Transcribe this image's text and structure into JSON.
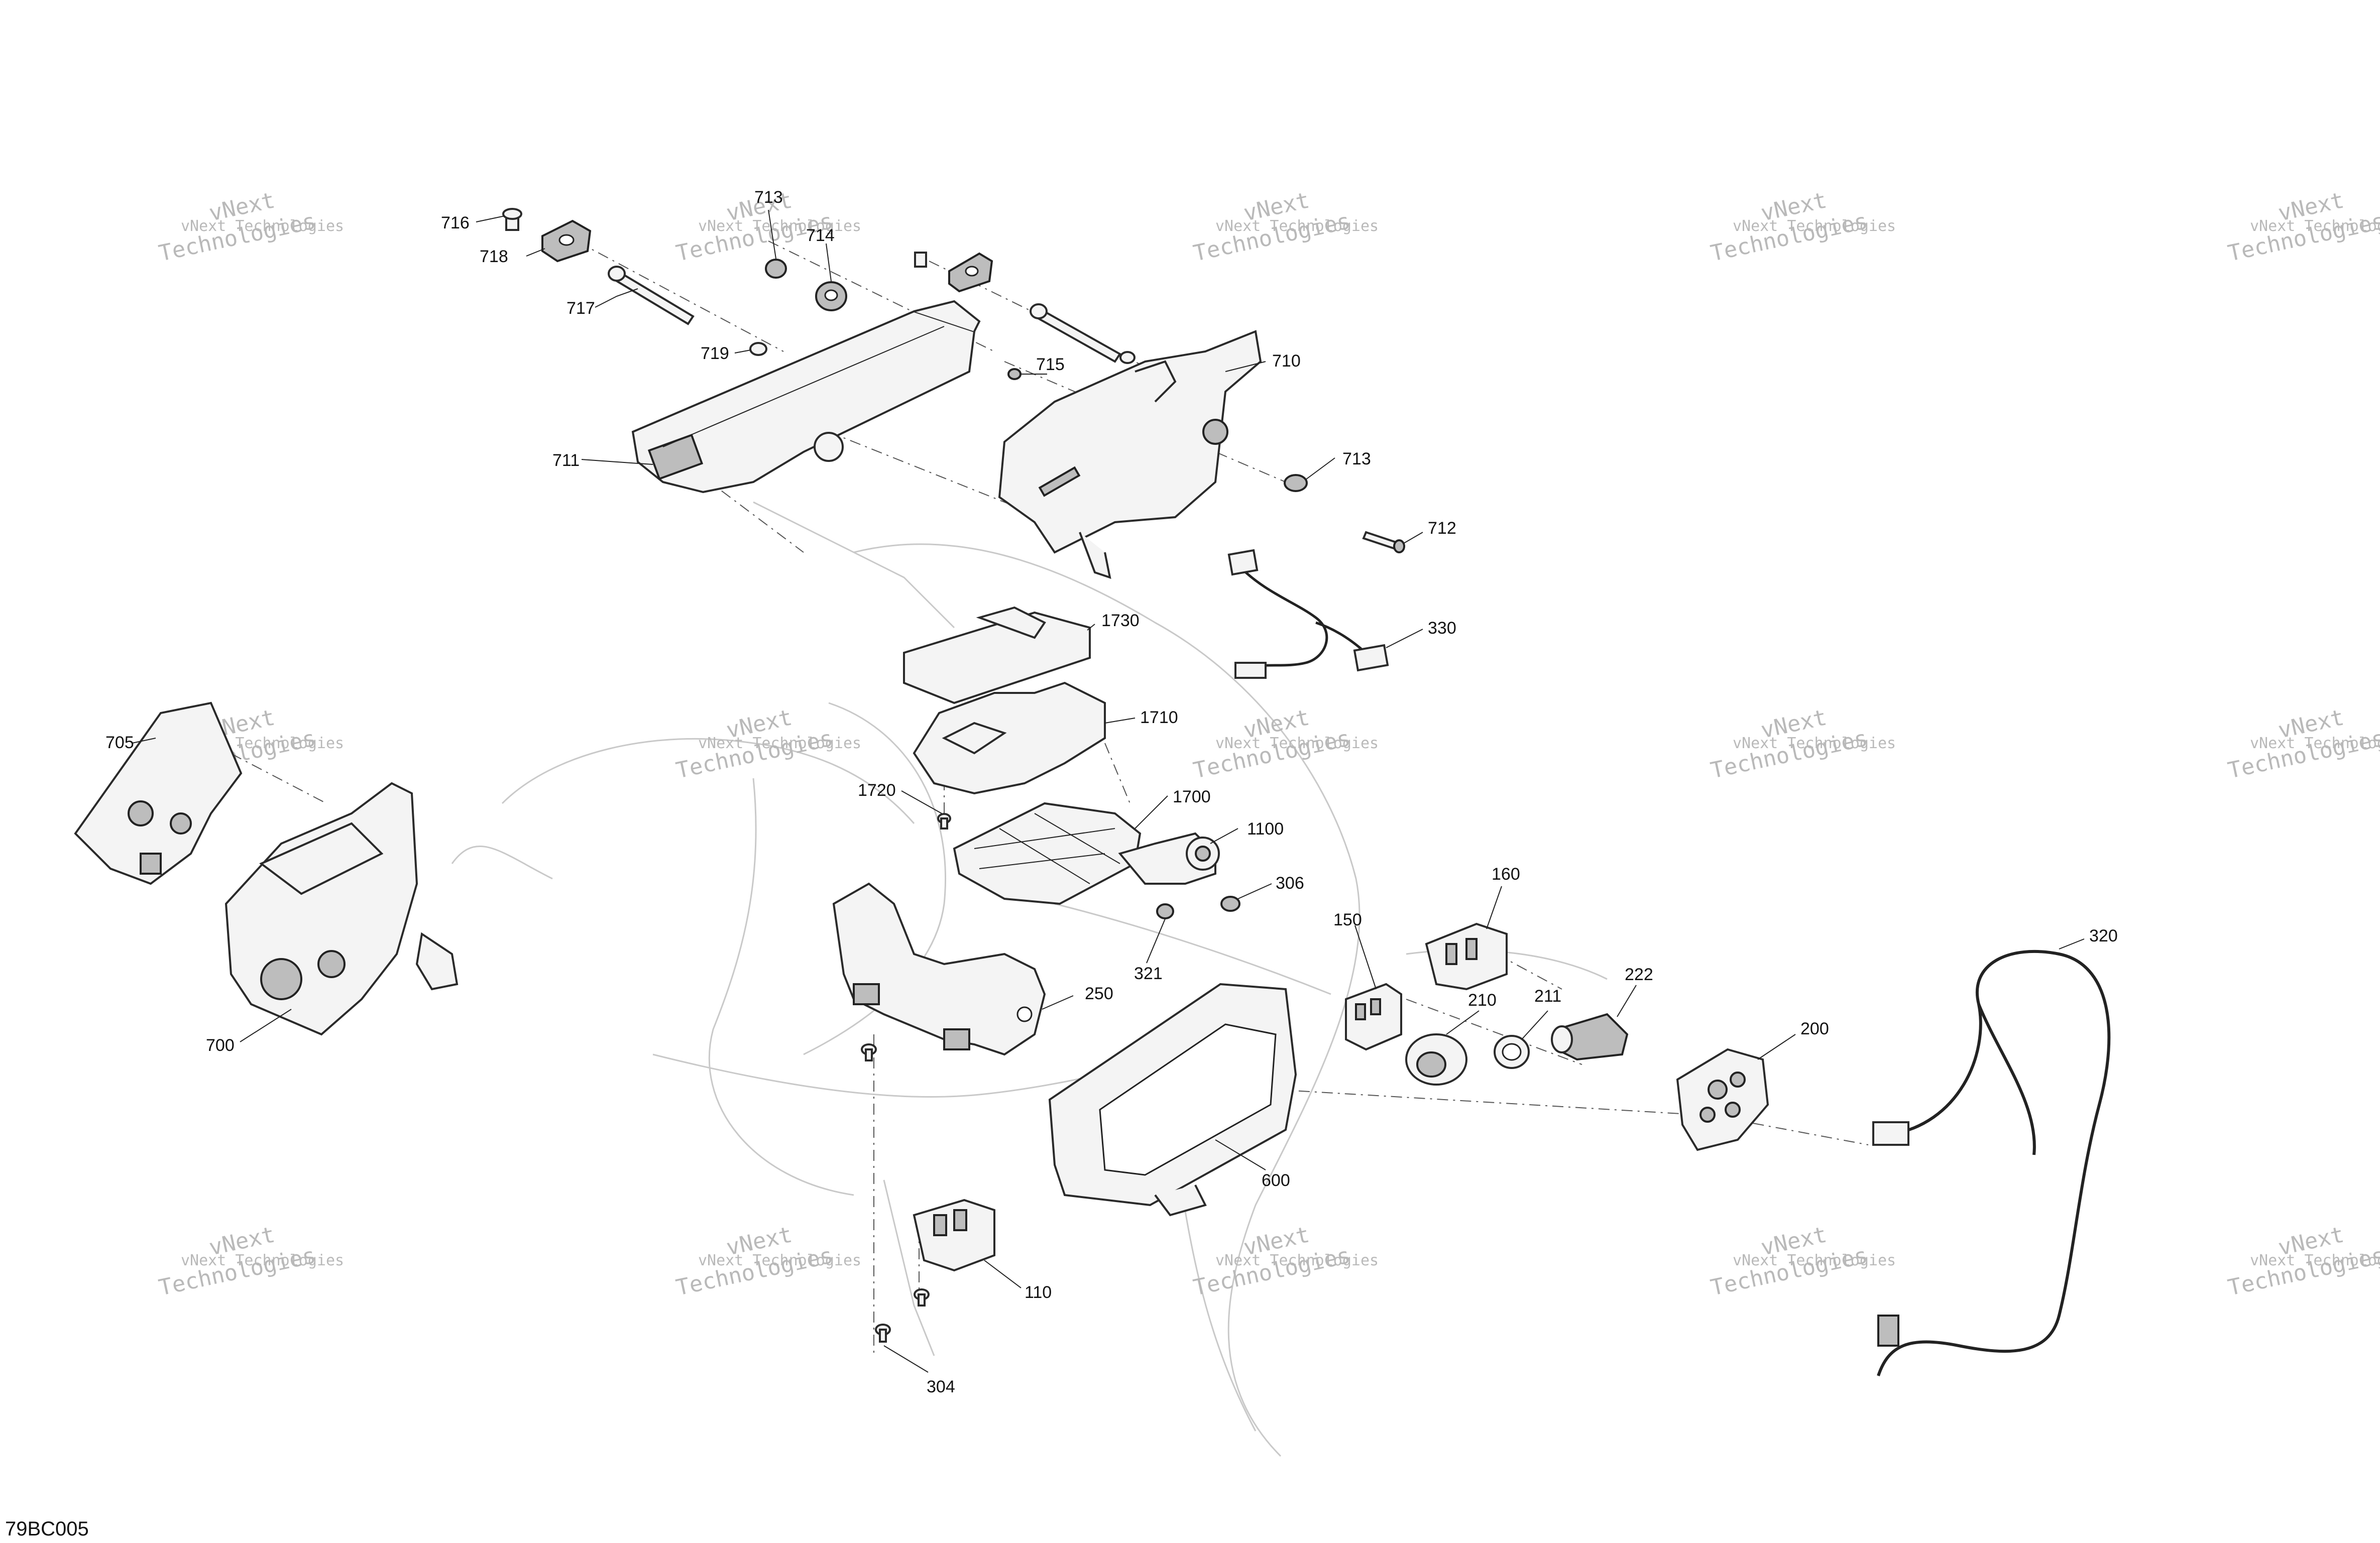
{
  "diagram_code": "79BC005",
  "watermark": {
    "line1": "vNext Technologies",
    "line2": "vNext",
    "line3": "Technologies"
  },
  "callouts": [
    {
      "id": "716",
      "label": "716"
    },
    {
      "id": "718",
      "label": "718"
    },
    {
      "id": "713a",
      "label": "713"
    },
    {
      "id": "714",
      "label": "714"
    },
    {
      "id": "717",
      "label": "717"
    },
    {
      "id": "719",
      "label": "719"
    },
    {
      "id": "715",
      "label": "715"
    },
    {
      "id": "710",
      "label": "710"
    },
    {
      "id": "711",
      "label": "711"
    },
    {
      "id": "713b",
      "label": "713"
    },
    {
      "id": "712",
      "label": "712"
    },
    {
      "id": "1730",
      "label": "1730"
    },
    {
      "id": "330",
      "label": "330"
    },
    {
      "id": "705",
      "label": "705"
    },
    {
      "id": "1710",
      "label": "1710"
    },
    {
      "id": "1720",
      "label": "1720"
    },
    {
      "id": "1700",
      "label": "1700"
    },
    {
      "id": "1100",
      "label": "1100"
    },
    {
      "id": "306",
      "label": "306"
    },
    {
      "id": "160",
      "label": "160"
    },
    {
      "id": "150",
      "label": "150"
    },
    {
      "id": "321",
      "label": "321"
    },
    {
      "id": "320",
      "label": "320"
    },
    {
      "id": "222",
      "label": "222"
    },
    {
      "id": "250",
      "label": "250"
    },
    {
      "id": "210",
      "label": "210"
    },
    {
      "id": "211",
      "label": "211"
    },
    {
      "id": "200",
      "label": "200"
    },
    {
      "id": "700",
      "label": "700"
    },
    {
      "id": "600",
      "label": "600"
    },
    {
      "id": "110",
      "label": "110"
    },
    {
      "id": "304",
      "label": "304"
    }
  ]
}
